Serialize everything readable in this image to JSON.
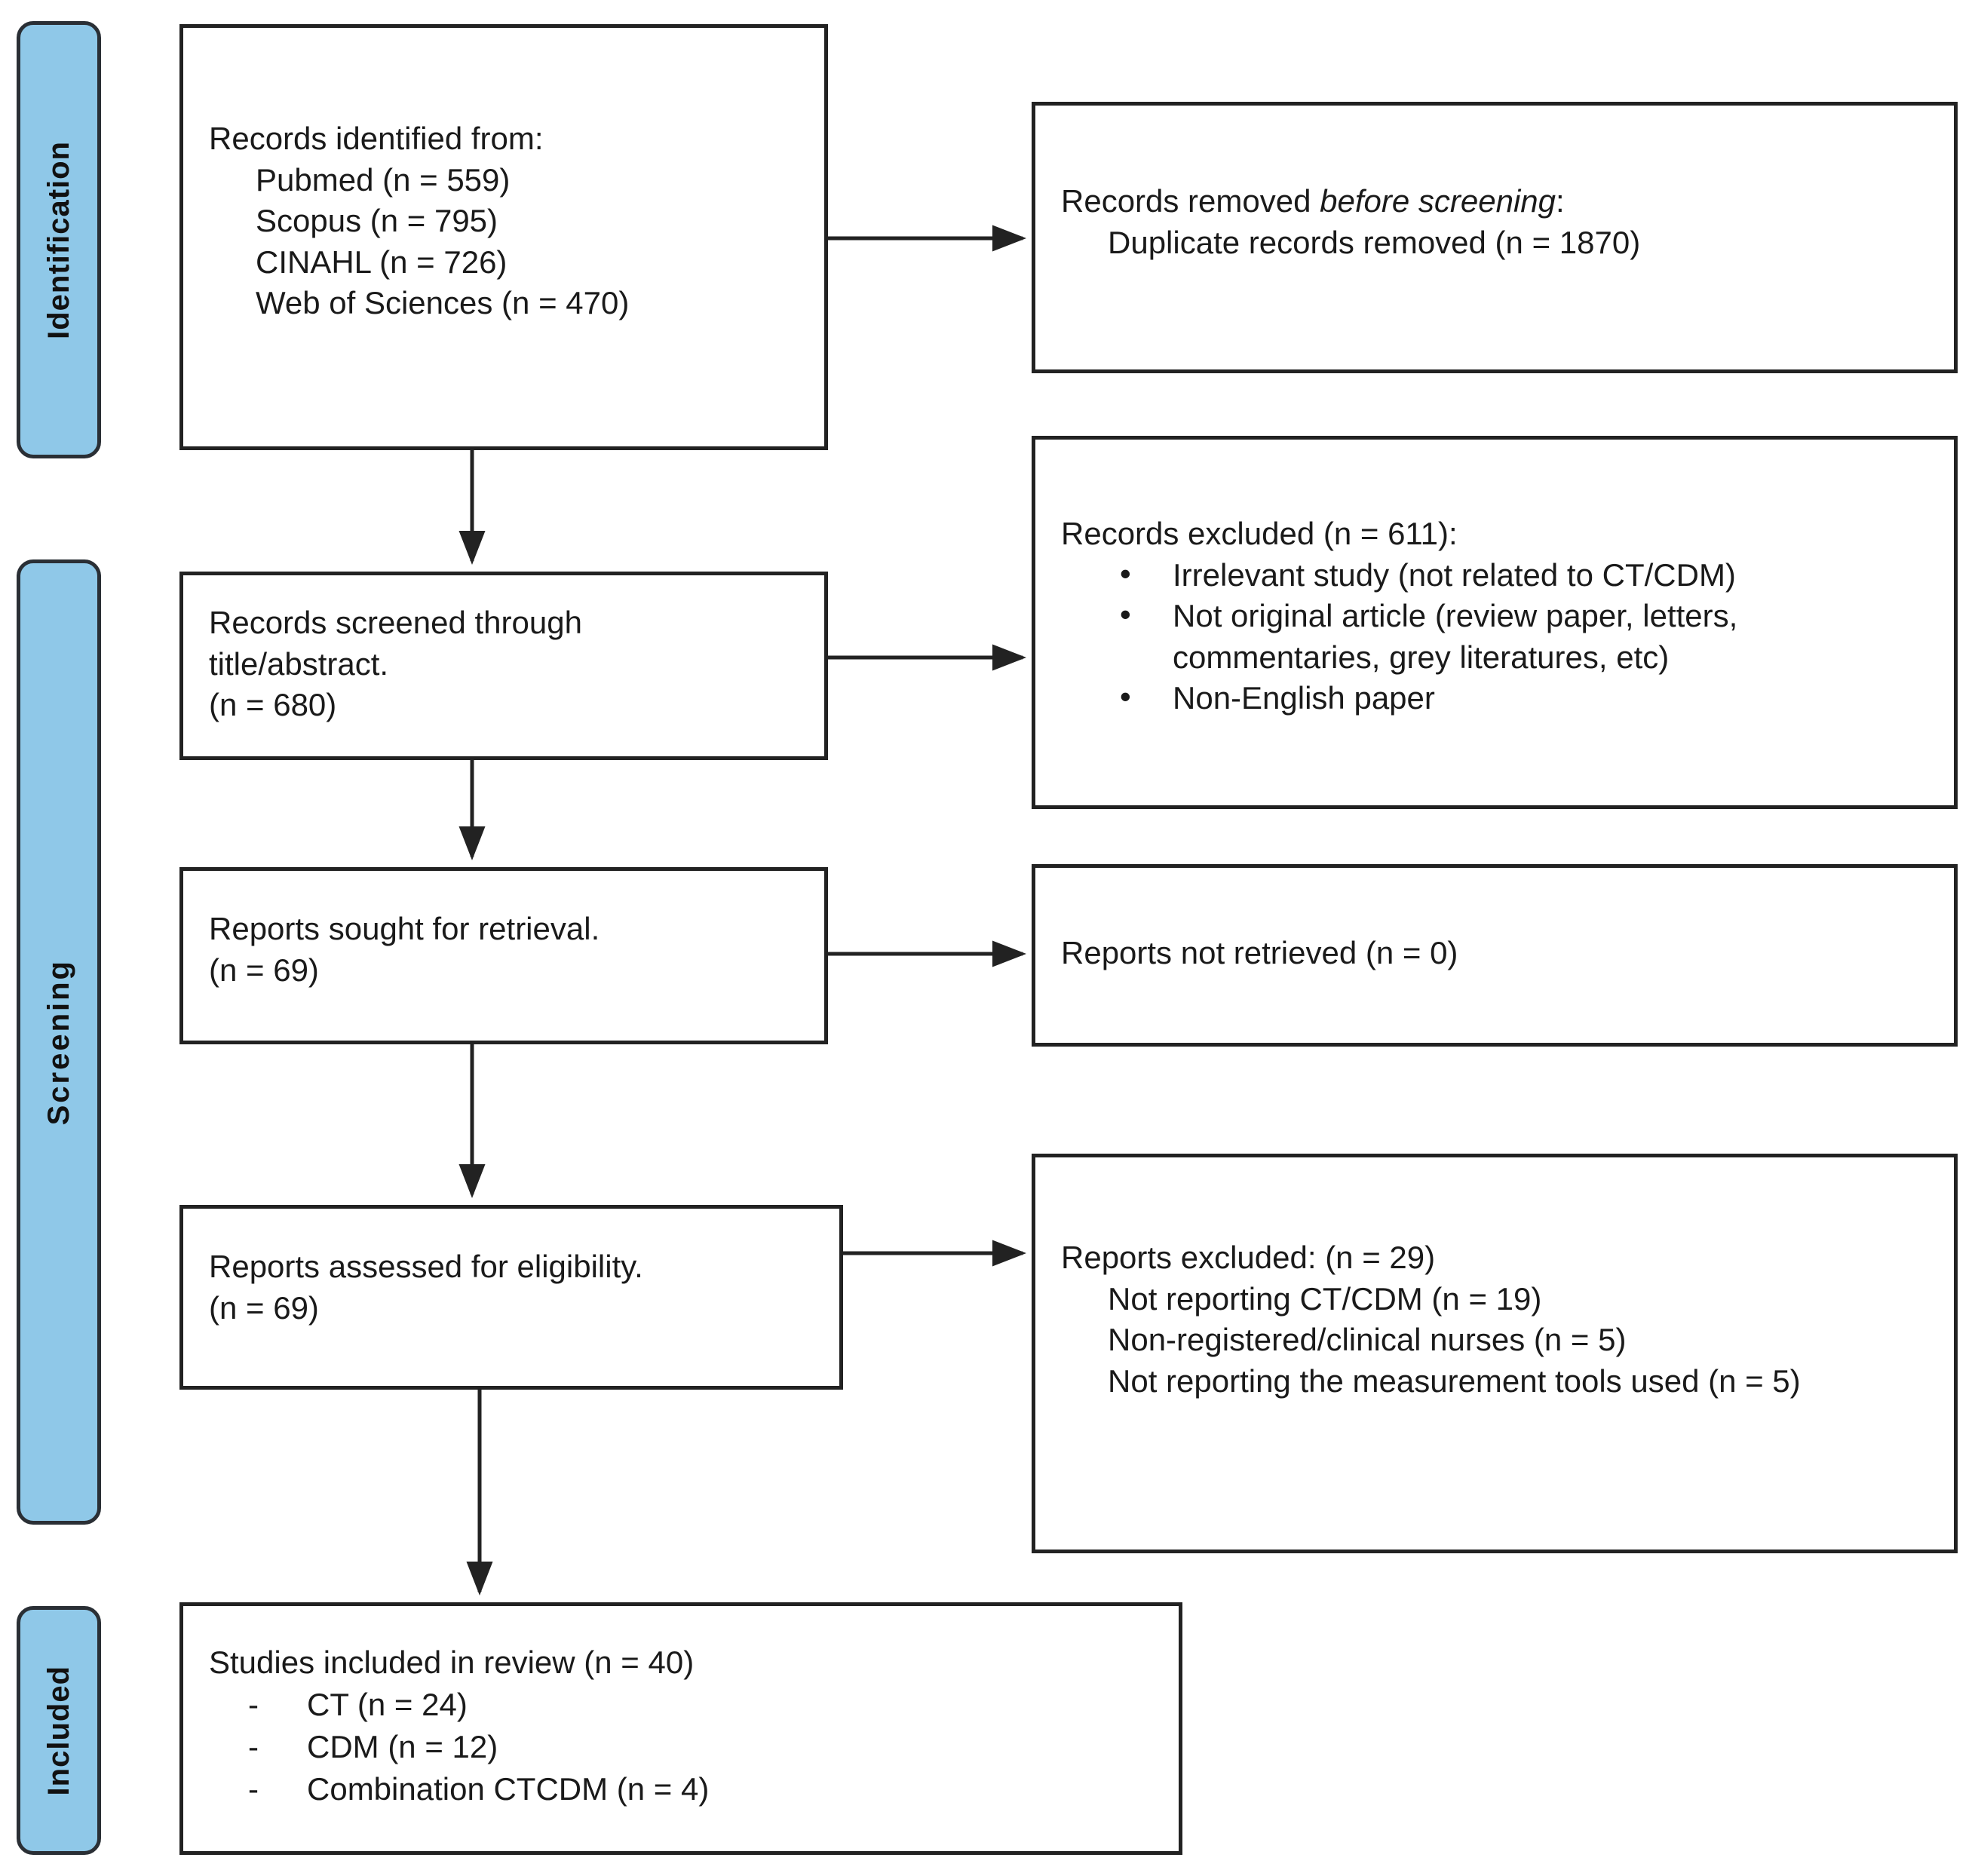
{
  "diagram": {
    "type": "prisma-flow-diagram",
    "accent_color": "#8FC8E8",
    "border_color": "#222222"
  },
  "stages": [
    {
      "id": "identification",
      "label": "Identification"
    },
    {
      "id": "screening",
      "label": "Screening"
    },
    {
      "id": "included",
      "label": "Included"
    }
  ],
  "boxes": {
    "identified": {
      "title": "Records identified from:",
      "sources": [
        "Pubmed (n = 559)",
        "Scopus (n = 795)",
        "CINAHL (n = 726)",
        "Web of Sciences (n = 470)"
      ]
    },
    "removed_before_screening": {
      "title_prefix": "Records removed ",
      "title_italic": "before screening",
      "title_suffix": ":",
      "detail": "Duplicate records removed (n = 1870)"
    },
    "screened": {
      "line1": "Records screened through",
      "line2": "title/abstract.",
      "line3": "(n = 680)"
    },
    "records_excluded": {
      "title": "Records excluded (n = 611):",
      "reasons": [
        "Irrelevant study (not related to CT/CDM)",
        "Not original article (review paper, letters, commentaries, grey literatures, etc)",
        "Non-English paper"
      ]
    },
    "sought_retrieval": {
      "line1": "Reports sought for retrieval.",
      "line2": "(n = 69)"
    },
    "not_retrieved": {
      "text": "Reports not retrieved (n = 0)"
    },
    "assessed_eligibility": {
      "line1": "Reports assessed for eligibility.",
      "line2": "(n = 69)"
    },
    "reports_excluded": {
      "title": "Reports excluded: (n = 29)",
      "reasons": [
        "Not reporting CT/CDM (n = 19)",
        "Non-registered/clinical nurses (n = 5)",
        "Not reporting the measurement tools used (n = 5)"
      ]
    },
    "included_studies": {
      "title": "Studies included in review (n = 40)",
      "breakdown": [
        "CT (n = 24)",
        "CDM (n = 12)",
        "Combination CTCDM (n = 4)"
      ]
    }
  }
}
